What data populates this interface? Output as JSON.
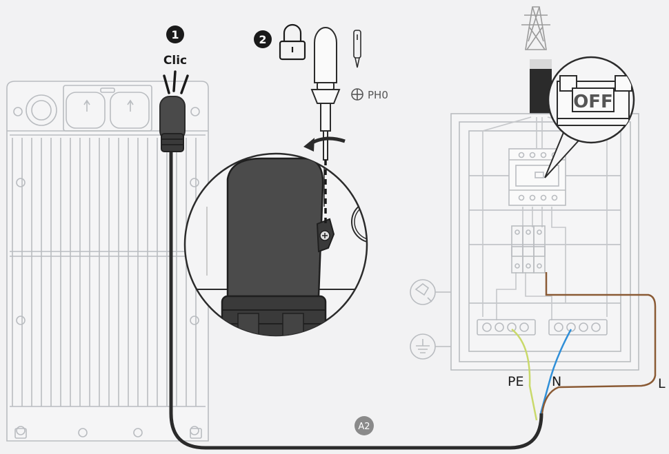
{
  "steps": [
    {
      "number": "1",
      "label": "Clic"
    },
    {
      "number": "2",
      "label": ""
    }
  ],
  "tool": {
    "bit": "PH0"
  },
  "breaker": {
    "state_label": "OFF"
  },
  "wires": {
    "pe": "PE",
    "n": "N",
    "l": "L"
  },
  "cable": {
    "tag": "A2"
  },
  "colors": {
    "line": "#b9bcc0",
    "dark": "#2b2b2b",
    "pe_green": "#c9d96a",
    "n_blue": "#2f8fd8",
    "l_brown": "#8a5a34",
    "background": "#f2f2f3"
  },
  "icons": [
    "lock-icon",
    "screwdriver-icon",
    "phillips-icon",
    "pylon-icon",
    "ground-icon",
    "tap-icon",
    "rotate-arrow-icon"
  ]
}
